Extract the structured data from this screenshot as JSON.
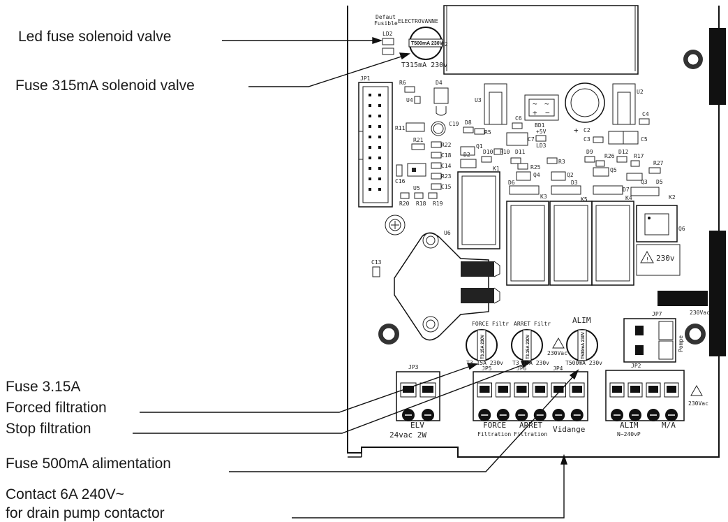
{
  "callouts": {
    "led_fuse": "Led fuse solenoid valve",
    "fuse_315": "Fuse 315mA solenoid valve",
    "fuse_315a_line1": "Fuse 3.15A",
    "fuse_315a_line2": "Forced filtration",
    "stop_filtration": "Stop filtration",
    "fuse_500": "Fuse 500mA alimentation",
    "contact_line1": "Contact 6A 240V~",
    "contact_line2": "for drain pump contactor"
  },
  "board": {
    "defaut": "Defaut",
    "fusible": "Fusible",
    "electrovanne": "ELECTROVANNE",
    "ld2": "LD2",
    "f2": "F2",
    "t315": "T315mA 230v",
    "fuse_cap_small": "T500mA 230V",
    "jp1": "JP1",
    "comp": {
      "r6": "R6",
      "d4": "D4",
      "u4": "U4",
      "u3": "U3",
      "u2": "U2",
      "bd1": "BD1",
      "c6": "C6",
      "c4": "C4",
      "c2": "C2",
      "c3": "C3",
      "c5": "C5",
      "c7": "C7",
      "p5v": "+5V",
      "ld3": "LD3",
      "c19": "C19",
      "d8": "D8",
      "r5": "R5",
      "r11": "R11",
      "r21": "R21",
      "r22": "R22",
      "q1": "Q1",
      "d2": "D2",
      "c18": "C18",
      "c14": "C14",
      "r23": "R23",
      "c15": "C15",
      "c16": "C16",
      "u5": "U5",
      "r20": "R20",
      "r18": "R18",
      "r19": "R19",
      "d10": "D10",
      "r10": "R10",
      "d11": "D11",
      "r3": "R3",
      "d9": "D9",
      "r26": "R26",
      "d12": "D12",
      "r17": "R17",
      "r27": "R27",
      "k1": "K1",
      "r25": "R25",
      "q4": "Q4",
      "q2": "Q2",
      "q5": "Q5",
      "q3": "Q3",
      "d5": "D5",
      "d6": "D6",
      "d3": "D3",
      "d7": "D7",
      "k3": "K3",
      "k5": "K5",
      "k4": "K4",
      "k2": "K2",
      "q6": "Q6",
      "u6": "U6",
      "c13": "C13",
      "jp7": "JP7",
      "jp3": "JP3",
      "jp5": "JP5",
      "jp6": "JP6",
      "jp4": "JP4",
      "jp2": "JP2"
    },
    "warning_230": "230v",
    "force_filtr": "FORCE Filtr",
    "arret_filtr": "ARRET Filtr",
    "alim": "ALIM",
    "fuse_cap_a": "T3 15A 230v",
    "fuse_cap_b": "T3 15A 230v",
    "fuse_cap_c": "T500mA 230v",
    "fuse_body_a": "T3.15A 230V",
    "fuse_body_b": "T3.15A 230V",
    "fuse_body_c": "T500mA 230V",
    "vac_a": "230Vac",
    "vac_b": "230Vac",
    "vac_c": "230Vac",
    "pompe": "Pompe",
    "elv": "ELV",
    "elv_spec": "24vac 2W",
    "force": "FORCE",
    "arret": "ARRET",
    "vidange": "Vidange",
    "filtration_a": "Filtration",
    "filtration_b": "Filtration",
    "alim_label": "ALIM",
    "ma": "M/A",
    "n240": "N~240vP"
  }
}
